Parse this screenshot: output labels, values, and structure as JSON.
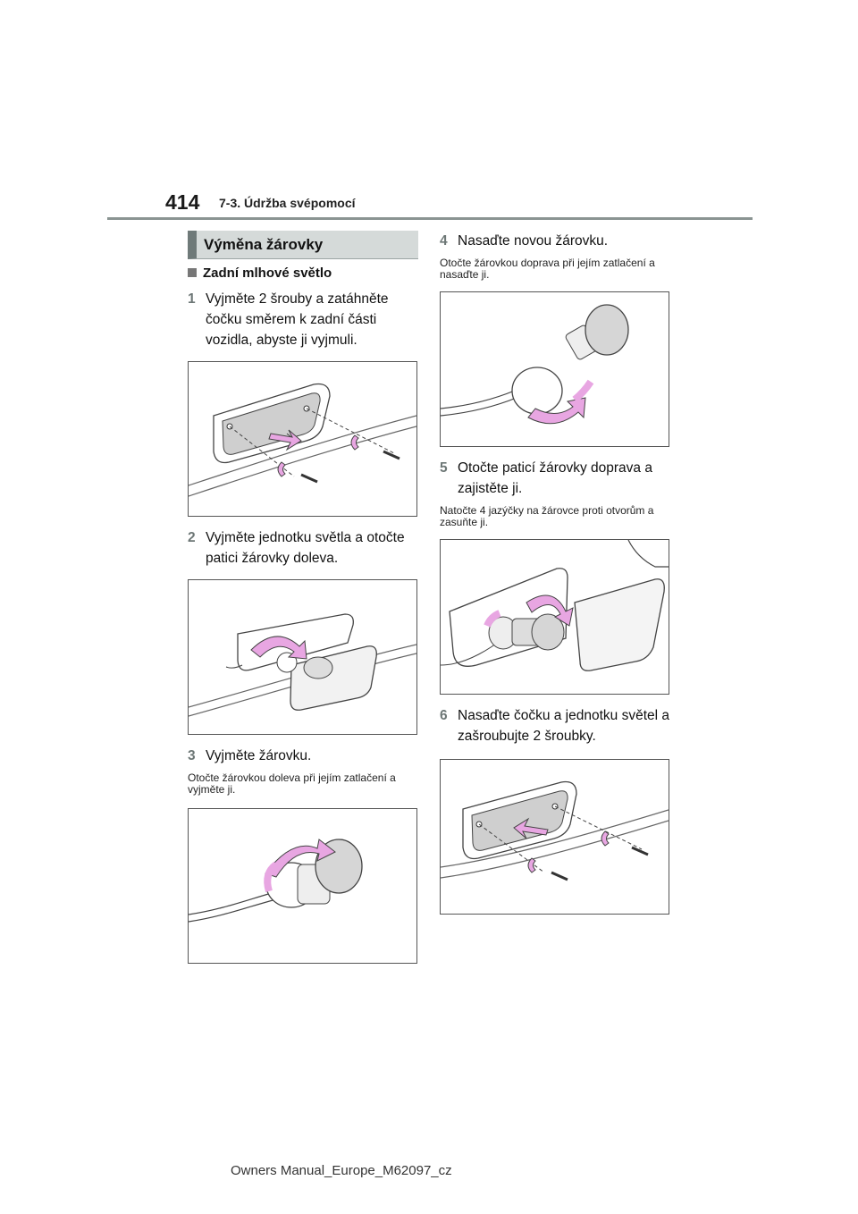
{
  "header": {
    "page_number": "414",
    "section": "7-3. Údržba svépomocí"
  },
  "section_title": "Výměna žárovky",
  "subsection": "Zadní mlhové světlo",
  "steps": [
    {
      "num": "1",
      "text": "Vyjměte 2 šrouby a zatáhněte čočku směrem k zadní části vozidla, abyste ji vyjmuli."
    },
    {
      "num": "2",
      "text": "Vyjměte jednotku světla a otočte patici žárovky doleva."
    },
    {
      "num": "3",
      "text": "Vyjměte žárovku.",
      "note": "Otočte žárovkou doleva při jejím zatlačení a vyjměte ji."
    },
    {
      "num": "4",
      "text": "Nasaďte novou žárovku.",
      "note": "Otočte žárovkou doprava při jejím zatlačení a nasaďte ji."
    },
    {
      "num": "5",
      "text": "Otočte paticí žárovky doprava a zajistěte ji.",
      "note": "Natočte 4 jazýčky na žárovce proti otvorům a zasuňte ji."
    },
    {
      "num": "6",
      "text": "Nasaďte čočku a jednotku světel a zašroubujte 2 šroubky."
    }
  ],
  "colors": {
    "arrow_pink": "#e8a6e2",
    "title_bar": "#d5dad9",
    "title_accent": "#6f7a79",
    "step_number": "#6d7776"
  },
  "footer": "Owners Manual_Europe_M62097_cz"
}
